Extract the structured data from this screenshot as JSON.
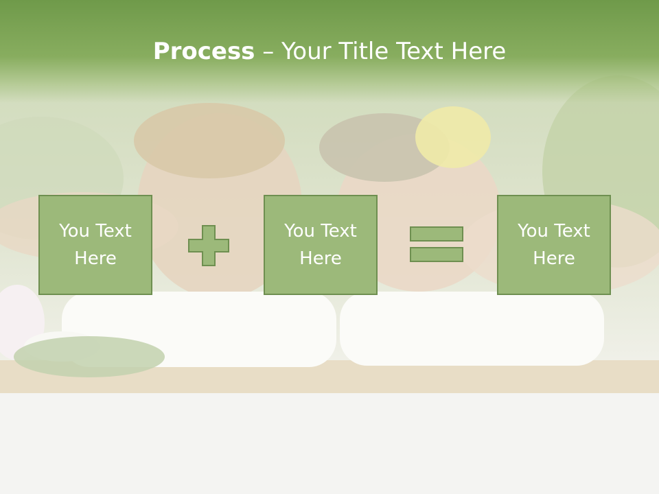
{
  "title": {
    "bold": "Process",
    "rest": " – Your Title Text Here"
  },
  "boxes": [
    {
      "text": "You Text Here"
    },
    {
      "text": "You Text Here"
    },
    {
      "text": "You Text Here"
    }
  ],
  "operators": [
    "plus-icon",
    "equals-icon"
  ],
  "colors": {
    "title_bar": "#7ea457",
    "box_fill": "#9cb97a",
    "box_border": "#6e8f50",
    "text": "#ffffff"
  }
}
